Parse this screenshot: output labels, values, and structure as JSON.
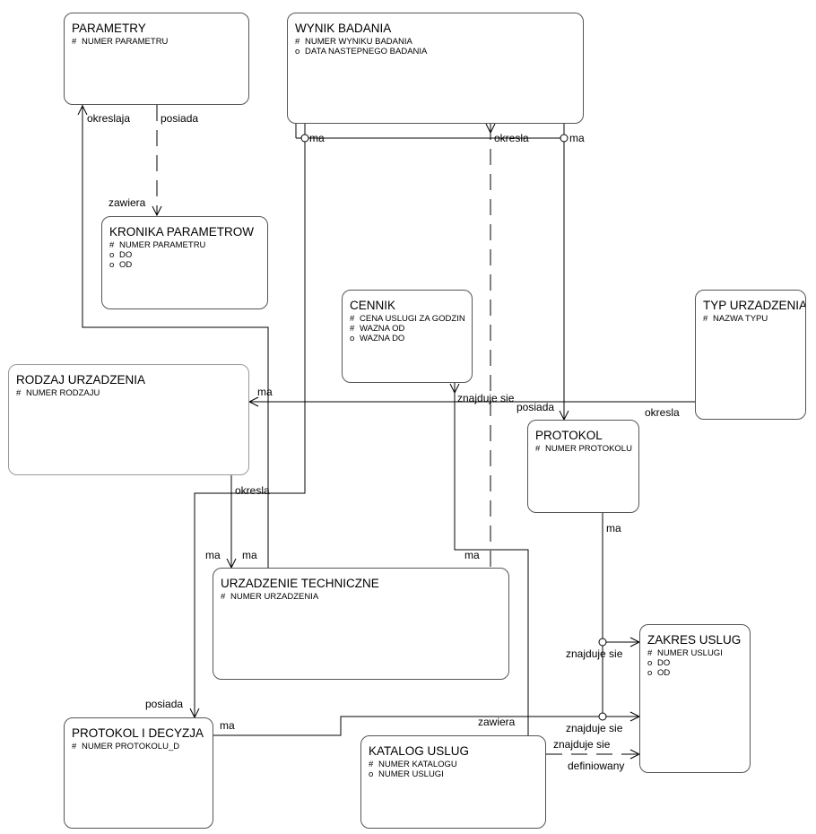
{
  "entities": {
    "parametry": {
      "title": "PARAMETRY",
      "attributes": [
        {
          "mark": "#",
          "name": "NUMER PARAMETRU"
        }
      ]
    },
    "wynik_badania": {
      "title": "WYNIK BADANIA",
      "attributes": [
        {
          "mark": "#",
          "name": "NUMER WYNIKU BADANIA"
        },
        {
          "mark": "o",
          "name": "DATA NASTEPNEGO BADANIA"
        }
      ]
    },
    "kronika_parametrow": {
      "title": "KRONIKA PARAMETROW",
      "attributes": [
        {
          "mark": "#",
          "name": "NUMER PARAMETRU"
        },
        {
          "mark": "o",
          "name": "DO"
        },
        {
          "mark": "o",
          "name": "OD"
        }
      ]
    },
    "cennik": {
      "title": "CENNIK",
      "attributes": [
        {
          "mark": "#",
          "name": "CENA USLUGI ZA GODZIN"
        },
        {
          "mark": "#",
          "name": "WAZNA OD"
        },
        {
          "mark": "o",
          "name": "WAZNA DO"
        }
      ]
    },
    "typ_urzadzenia": {
      "title": "TYP URZADZENIA",
      "attributes": [
        {
          "mark": "#",
          "name": "NAZWA TYPU"
        }
      ]
    },
    "rodzaj_urzadzenia": {
      "title": "RODZAJ URZADZENIA",
      "attributes": [
        {
          "mark": "#",
          "name": "NUMER RODZAJU"
        }
      ]
    },
    "protokol": {
      "title": "PROTOKOL",
      "attributes": [
        {
          "mark": "#",
          "name": "NUMER PROTOKOLU"
        }
      ]
    },
    "urzadzenie_techniczne": {
      "title": "URZADZENIE TECHNICZNE",
      "attributes": [
        {
          "mark": "#",
          "name": "NUMER URZADZENIA"
        }
      ]
    },
    "zakres_uslug": {
      "title": "ZAKRES USLUG",
      "attributes": [
        {
          "mark": "#",
          "name": "NUMER USLUGI"
        },
        {
          "mark": "o",
          "name": "DO"
        },
        {
          "mark": "o",
          "name": "OD"
        }
      ]
    },
    "protokol_i_decyzja": {
      "title": "PROTOKOL I DECYZJA",
      "attributes": [
        {
          "mark": "#",
          "name": "NUMER PROTOKOLU_D"
        }
      ]
    },
    "katalog_uslug": {
      "title": "KATALOG USLUG",
      "attributes": [
        {
          "mark": "#",
          "name": "NUMER KATALOGU"
        },
        {
          "mark": "o",
          "name": "NUMER USLUGI"
        }
      ]
    }
  },
  "relationship_labels": {
    "okreslaja": "okreslaja",
    "posiada_parametry": "posiada",
    "zawiera_kronika": "zawiera",
    "ma_wynik_left": "ma",
    "okresla_wynik": "okresla",
    "ma_wynik_right": "ma",
    "ma_rodzaj": "ma",
    "znajduje_sie_cennik": "znajduje sie",
    "posiada_protokol": "posiada",
    "okresla_typ": "okresla",
    "okresla_urzadzenie": "okresla",
    "ma_urz_1": "ma",
    "ma_urz_2": "ma",
    "ma_cennik_urz": "ma",
    "ma_protokol": "ma",
    "znajduje_sie_zakres_1": "znajduje sie",
    "posiada_decyzja": "posiada",
    "ma_decyzja": "ma",
    "zawiera_katalog": "zawiera",
    "znajduje_sie_zakres_2": "znajduje sie",
    "znajduje_sie_katalog": "znajduje sie",
    "definiowany": "definiowany"
  }
}
